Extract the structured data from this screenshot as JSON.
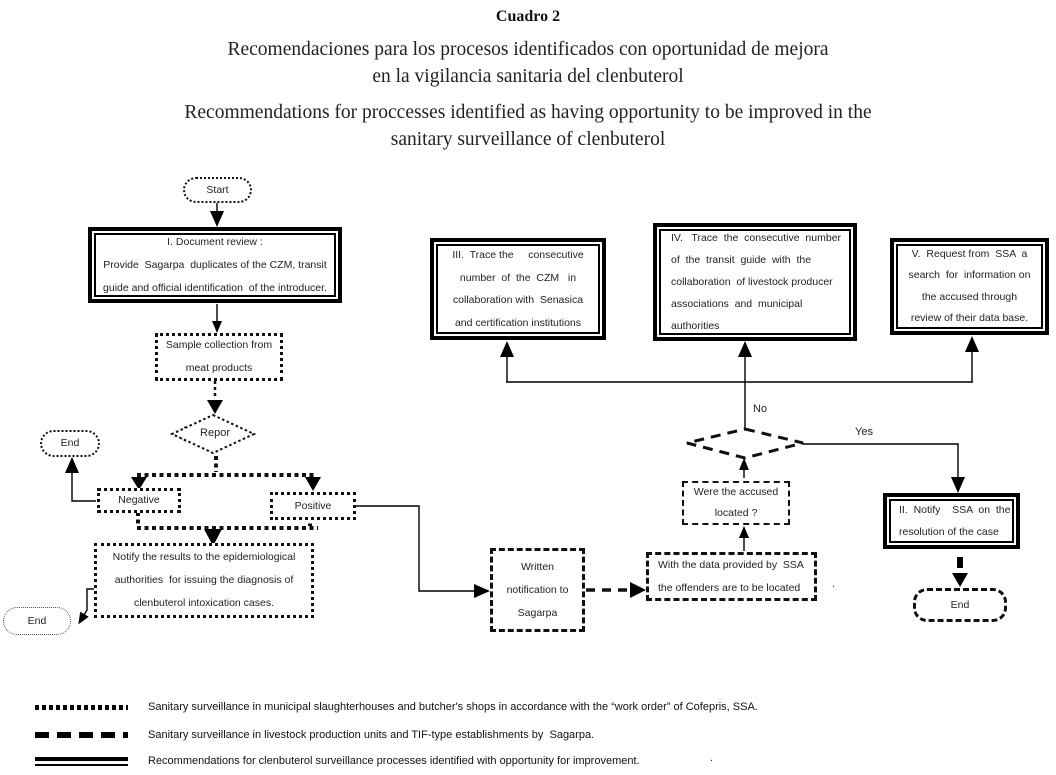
{
  "header": {
    "label": "Cuadro 2",
    "title_es": "Recomendaciones para los procesos identificados con oportunidad de mejora\nen la vigilancia sanitaria del clenbuterol",
    "title_en": "Recommendations for proccesses identified as having opportunity to be improved in the\nsanitary surveillance of clenbuterol"
  },
  "nodes": {
    "start": "Start",
    "document_review": "I. Document review :\nProvide  Sagarpa  duplicates of the CZM, transit\nguide and official identification  of the introducer.",
    "sample_collection": "Sample collection from\nmeat products",
    "repor": "Repor",
    "end_upper_left": "End",
    "negative": "Negative",
    "positive": "Positive",
    "notify_results": "Notify the results to the epidemiological\nauthorities  for issuing the diagnosis of\nclenbuterol intoxication cases.",
    "end_lower_left": "End",
    "written_notification": "Written\nnotification to\nSagarpa",
    "with_data": "With the data provided by  SSA\nthe offenders are to be located",
    "were_accused": "Were the accused\nlocated ?",
    "trace_czm": "III.  Trace the     consecutive\nnumber  of  the  CZM   in\ncollaboration with  Senasica\nand certification institutions",
    "trace_transit": "IV.   Trace  the  consecutive  number\nof  the  transit  guide  with  the\ncollaboration  of livestock producer\nassociations  and  municipal\nauthorities",
    "request_ssa": "V.  Request from  SSA  a\nsearch  for  information on\nthe accused through\nreview of their data base.",
    "notify_ssa": "II.  Notify    SSA  on  the\nresolution of the case",
    "end_right": "End"
  },
  "labels": {
    "no": "No",
    "yes": "Yes",
    "dot": "."
  },
  "legend": [
    {
      "style": "dotted",
      "text": "Sanitary surveillance in municipal slaughterhouses and butcher's shops in accordance with the “work order” of Cofepris, SSA."
    },
    {
      "style": "dashed",
      "text": "Sanitary surveillance in livestock production units and TIF-type establishments by  Sagarpa."
    },
    {
      "style": "double",
      "text": "Recommendations for clenbuterol surveillance processes identified with opportunity for improvement."
    }
  ],
  "colors": {
    "ink": "#000000",
    "paper": "#ffffff"
  }
}
